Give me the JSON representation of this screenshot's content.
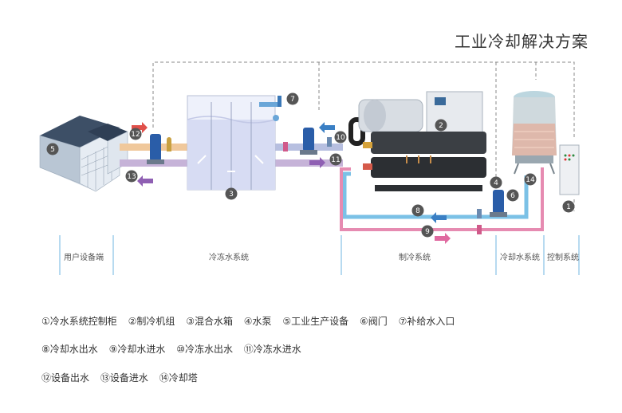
{
  "title": "工业冷却解决方案",
  "sections": [
    {
      "label": "用户设备端"
    },
    {
      "label": "冷冻水系统"
    },
    {
      "label": "制冷系统"
    },
    {
      "label": "冷却水系统"
    },
    {
      "label": "控制系统"
    }
  ],
  "badges": [
    "5",
    "12",
    "13",
    "3",
    "7",
    "2",
    "10",
    "11",
    "4",
    "6",
    "14",
    "1",
    "8",
    "9"
  ],
  "legend": {
    "row1": [
      "①冷水系统控制柜",
      "②制冷机组",
      "③混合水箱",
      "④水泵",
      "⑤工业生产设备",
      "⑥阀门",
      "⑦补给水入口"
    ],
    "row2": [
      "⑧冷却水出水",
      "⑨冷却水进水",
      "⑩冷冻水出水",
      "⑪冷冻水进水"
    ],
    "row3": [
      "⑫设备出水",
      "⑬设备进水",
      "⑭冷却塔"
    ]
  },
  "colors": {
    "chilled_out": "#5aa6d8",
    "chilled_in": "#a77fbf",
    "cooling_pipe": "#e68bb1",
    "cooling_pipe2": "#7bc1e6",
    "dashed": "#888888",
    "badge": "#555555"
  }
}
